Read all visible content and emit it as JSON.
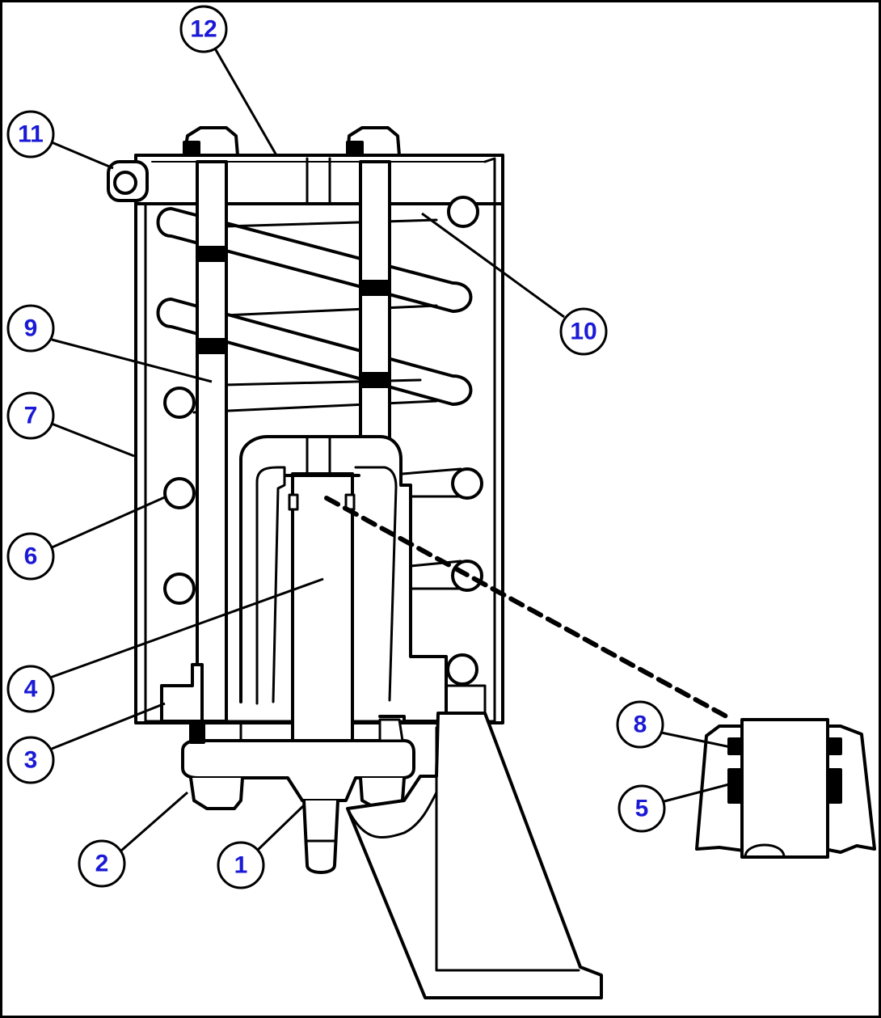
{
  "colors": {
    "callout_number": "#1a1ad6",
    "line": "#000000",
    "background": "#ffffff"
  },
  "callouts": [
    {
      "id": "c1",
      "label": "1"
    },
    {
      "id": "c2",
      "label": "2"
    },
    {
      "id": "c3",
      "label": "3"
    },
    {
      "id": "c4",
      "label": "4"
    },
    {
      "id": "c5",
      "label": "5"
    },
    {
      "id": "c6",
      "label": "6"
    },
    {
      "id": "c7",
      "label": "7"
    },
    {
      "id": "c8",
      "label": "8"
    },
    {
      "id": "c9",
      "label": "9"
    },
    {
      "id": "c10",
      "label": "10"
    },
    {
      "id": "c11",
      "label": "11"
    },
    {
      "id": "c12",
      "label": "12"
    }
  ]
}
